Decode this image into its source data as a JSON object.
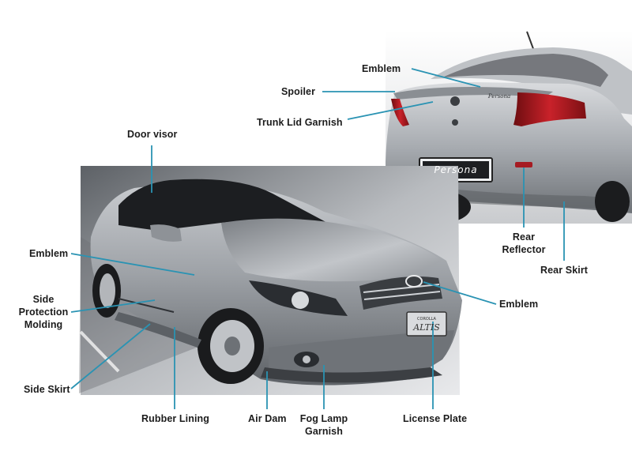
{
  "labels": {
    "rear_emblem": "Emblem",
    "spoiler": "Spoiler",
    "trunk_lid_garnish": "Trunk Lid Garnish",
    "door_visor": "Door visor",
    "front_emblem_side": "Emblem",
    "side_protection_molding": "Side\nProtection\nMolding",
    "side_skirt": "Side Skirt",
    "rubber_lining": "Rubber Lining",
    "air_dam": "Air Dam",
    "fog_lamp_garnish": "Fog Lamp\nGarnish",
    "license_plate": "License Plate",
    "grille_emblem": "Emblem",
    "rear_reflector": "Rear\nReflector",
    "rear_skirt": "Rear Skirt"
  },
  "images": {
    "front_car_badge": "ALTIS",
    "front_car_badge_small": "COROLLA",
    "rear_car_plate": "Persona",
    "rear_car_script": "Persona"
  },
  "colors": {
    "leader_line": "#2a93b3",
    "label_text": "#1c1c1c",
    "car_body": "#9a9ea3"
  }
}
